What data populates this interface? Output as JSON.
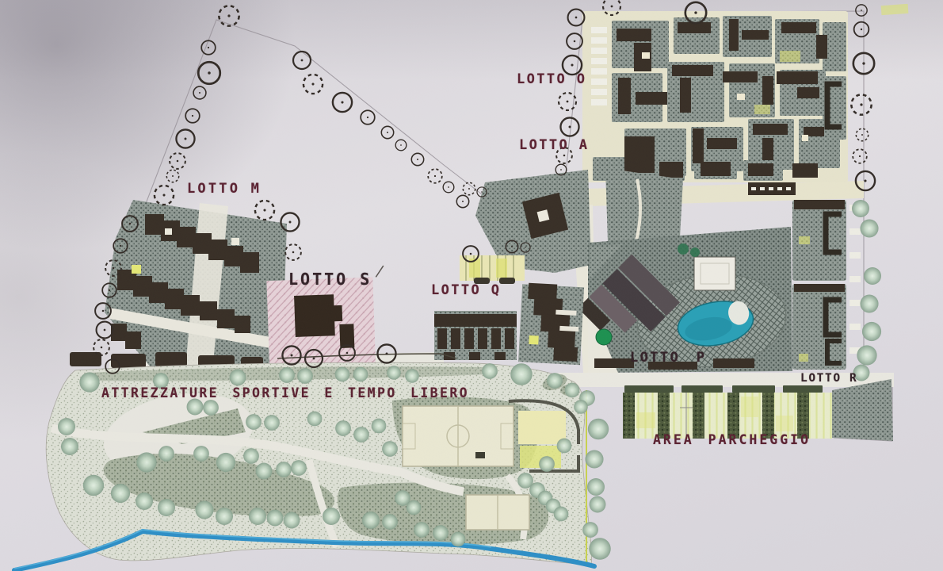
{
  "photo": {
    "description": "Scanned urban masterplan site drawing, Italian lot subdivision plan"
  },
  "labels": {
    "lotto_o": "LOTTO O",
    "lotto_a": "LOTTO A",
    "lotto_m": "LOTTO M",
    "lotto_s": "LOTTO S",
    "lotto_q": "LOTTO Q",
    "lotto_p": "LOTTO P",
    "lotto_r": "LOTTO R",
    "area_parcheggio": "AREA PARCHEGGIO",
    "attrezzature_sportive": "ATTREZZATURE SPORTIVE E TEMPO LIBERO"
  },
  "colors": {
    "paper": "#dfdce1",
    "label_ink": "#5c2433",
    "label_ink_dark": "#35242a",
    "building": "#382f26",
    "block_hatch": "#8e9892",
    "road": "#e6e3cc",
    "park_base": "#dde0d6",
    "tree_soft": "#b7cdbb",
    "tree_outline_ink": "#332c27",
    "lake": "#2aa0b6",
    "river": "#2e8fc6",
    "parking_green": "#4e5a3c",
    "lane_yellow_green": "#d5df86",
    "pink_lot": "#e6d2d8",
    "accent_yellow": "#d8e06e",
    "bright_tree_green": "#1d9150"
  }
}
